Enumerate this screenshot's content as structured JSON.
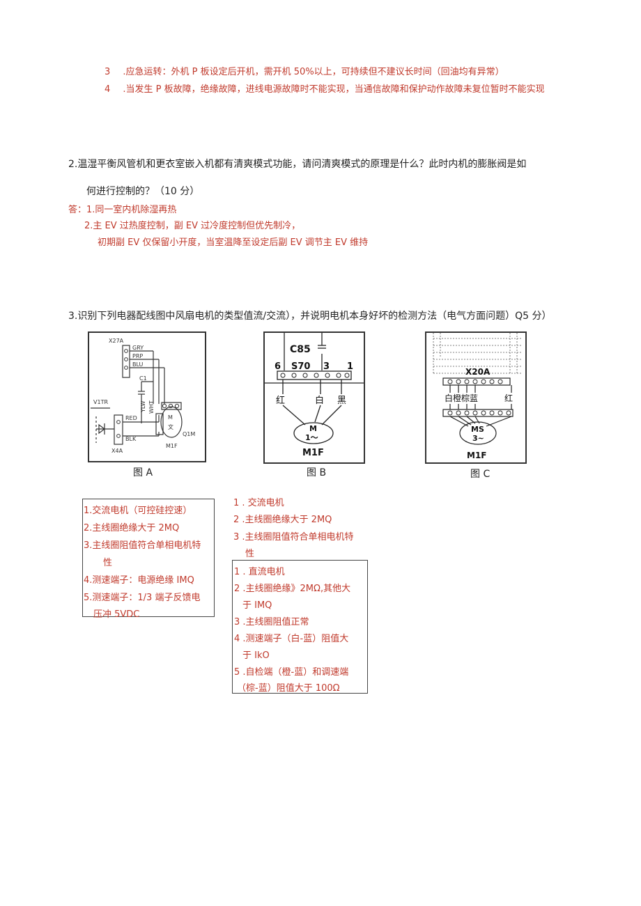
{
  "q1_items": [
    {
      "num": "3",
      "text": ".应急运转：外机 P 板设定后开机，需开机 50%以上，可持续但不建议长时间（回油均有异常）"
    },
    {
      "num": "4",
      "text": ".当发生 P 板故障，绝缘故障，进线电源故障时不能实现，当通信故障和保护动作故障未复位暂时不能实现"
    }
  ],
  "q2": {
    "line1": "2.温湿平衡风管机和更衣室嵌入机都有清爽模式功能，请问清爽模式的原理是什么？此时内机的膨胀阀是如",
    "line2": "何进行控制的？（10 分）",
    "answers": [
      "答：1.同一室内机除湿再热",
      "2.主 EV 过热度控制，副 EV 过冷度控制但优先制冷，",
      "初期副 EV 仅保留小开度，当室温降至设定后副 EV 调节主 EV 维持"
    ]
  },
  "q3": {
    "question": "3.识别下列电器配线图中风扇电机的类型值流/交流），并说明电机本身好坏的检测方法（电气方面问题）Q5 分）"
  },
  "figures": {
    "a": {
      "caption": "图 A",
      "labels": {
        "x27a": "X27A",
        "gry": "GRY",
        "prp": "PRP",
        "blu": "BLU",
        "c1": "C1",
        "ylw": "YLW",
        "wht": "WHT",
        "v1tr": "V1TR",
        "red": "RED",
        "blk": "BLK",
        "x4a": "X4A",
        "q1m": "Q1M",
        "m1f": "M1F",
        "motor_m": "M",
        "motor_sym": "文"
      }
    },
    "b": {
      "caption": "图 B",
      "labels": {
        "c85": "C85",
        "t6": "6",
        "s70": "S70",
        "t3": "3",
        "t1": "1",
        "red": "红",
        "white": "白",
        "black": "黑",
        "motor_m": "M",
        "motor_sym": "1～",
        "m1f": "M1F"
      }
    },
    "c": {
      "caption": "图 C",
      "labels": {
        "x20a": "X20A",
        "wires": "白橙棕蓝",
        "red": "红",
        "motor_ms": "MS",
        "motor_sym": "3~",
        "m1f": "M1F"
      }
    }
  },
  "answer_a": [
    "1.交流电机（可控硅控速）",
    "2.主线圈绝缘大于 2MQ",
    "3.主线圈阻值符合单相电机特",
    "性",
    "4.测速端子：电源绝缘 IMQ",
    "5.测速端子：1/3 端子反馈电",
    "压冲 5VDC"
  ],
  "answer_b": [
    "1  . 交流电机",
    "2   .主线圈绝缘大于 2MQ",
    "3  .主线圈阻值符合单相电机特",
    "性"
  ],
  "answer_c": [
    "1  . 直流电机",
    "2 .主线圈绝缘》2MΩ,其他大",
    "于 IMQ",
    "3   .主线圈阻值正常",
    "4 .测速端子（白-蓝）阻值大",
    "于 IkO",
    "5 .自检端（橙-蓝）和调速端",
    "（棕-蓝）阻值大于 100Ω"
  ]
}
